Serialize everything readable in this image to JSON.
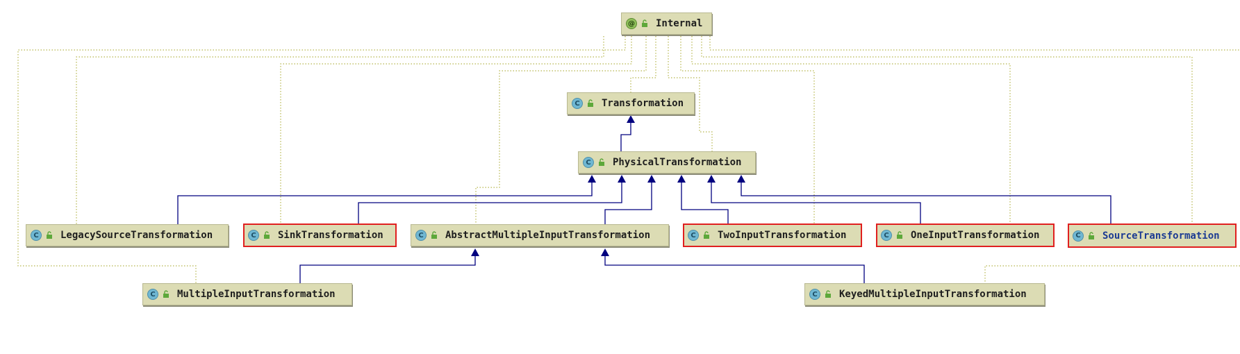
{
  "diagram": {
    "root": {
      "name": "Internal",
      "kind": "@",
      "icon": "annotation-icon"
    },
    "classes": [
      {
        "id": "transformation",
        "name": "Transformation",
        "kind": "C",
        "highlighted": false
      },
      {
        "id": "physical",
        "name": "PhysicalTransformation",
        "kind": "C",
        "highlighted": false
      },
      {
        "id": "legacy-source",
        "name": "LegacySourceTransformation",
        "kind": "C",
        "highlighted": false
      },
      {
        "id": "sink",
        "name": "SinkTransformation",
        "kind": "C",
        "highlighted": true
      },
      {
        "id": "abstract-multi",
        "name": "AbstractMultipleInputTransformation",
        "kind": "C",
        "highlighted": false
      },
      {
        "id": "two-input",
        "name": "TwoInputTransformation",
        "kind": "C",
        "highlighted": true
      },
      {
        "id": "one-input",
        "name": "OneInputTransformation",
        "kind": "C",
        "highlighted": true
      },
      {
        "id": "source",
        "name": "SourceTransformation",
        "kind": "C",
        "highlighted": true,
        "selected": true
      },
      {
        "id": "multi-input",
        "name": "MultipleInputTransformation",
        "kind": "C",
        "highlighted": false
      },
      {
        "id": "keyed-multi",
        "name": "KeyedMultipleInputTransformation",
        "kind": "C",
        "highlighted": false
      }
    ],
    "extends": [
      {
        "child": "physical",
        "parent": "transformation"
      },
      {
        "child": "legacy-source",
        "parent": "physical"
      },
      {
        "child": "sink",
        "parent": "physical"
      },
      {
        "child": "abstract-multi",
        "parent": "physical"
      },
      {
        "child": "two-input",
        "parent": "physical"
      },
      {
        "child": "one-input",
        "parent": "physical"
      },
      {
        "child": "source",
        "parent": "physical"
      },
      {
        "child": "multi-input",
        "parent": "abstract-multi"
      },
      {
        "child": "keyed-multi",
        "parent": "abstract-multi"
      }
    ],
    "annotated_by_root": [
      "transformation",
      "physical",
      "legacy-source",
      "sink",
      "abstract-multi",
      "two-input",
      "one-input",
      "source",
      "multi-input",
      "keyed-multi"
    ],
    "colors": {
      "node_fill": "#dcdcb4",
      "highlight_border": "#e01f1f",
      "inheritance_edge": "#00007f",
      "annotation_edge": "#b5b54a",
      "selected_text": "#1c3b93"
    }
  }
}
